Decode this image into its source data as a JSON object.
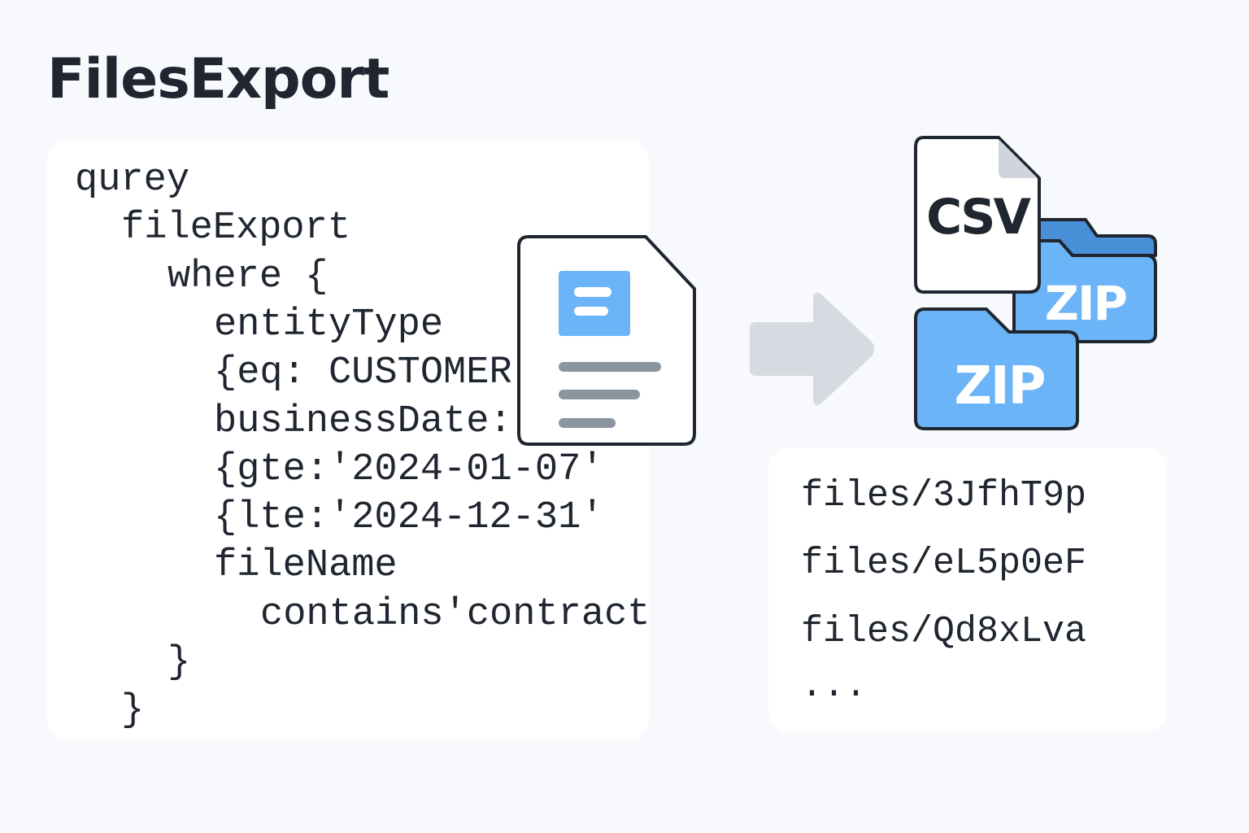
{
  "title": "FilesExport",
  "query": {
    "lines": [
      {
        "indent": 0,
        "text": "qurey"
      },
      {
        "indent": 1,
        "text": "fileExport"
      },
      {
        "indent": 2,
        "text": "where {"
      },
      {
        "indent": 3,
        "text": "entityType"
      },
      {
        "indent": 3,
        "text": "{eq: CUSTOMER"
      },
      {
        "indent": 3,
        "text": "businessDate:"
      },
      {
        "indent": 3,
        "text": "{gte:'2024-01-07'"
      },
      {
        "indent": 3,
        "text": "{lte:'2024-12-31'"
      },
      {
        "indent": 3,
        "text": "fileName"
      },
      {
        "indent": 4,
        "text": "contains'contract"
      },
      {
        "indent": 2,
        "text": "}"
      },
      {
        "indent": 1,
        "text": "}"
      }
    ]
  },
  "icons": {
    "document": "document-icon",
    "arrow": "arrow-right-icon",
    "csv_label": "CSV",
    "zip_label_back": "ZIP",
    "zip_label_front": "ZIP"
  },
  "output": {
    "files": [
      "files/3JfhT9p",
      "files/eL5p0eF",
      "files/Qd8xLva",
      "..."
    ]
  },
  "colors": {
    "accent_blue": "#6cb4f8",
    "outline": "#1f2630",
    "arrow_gray": "#d5dbe0",
    "line_gray": "#8a959f"
  }
}
